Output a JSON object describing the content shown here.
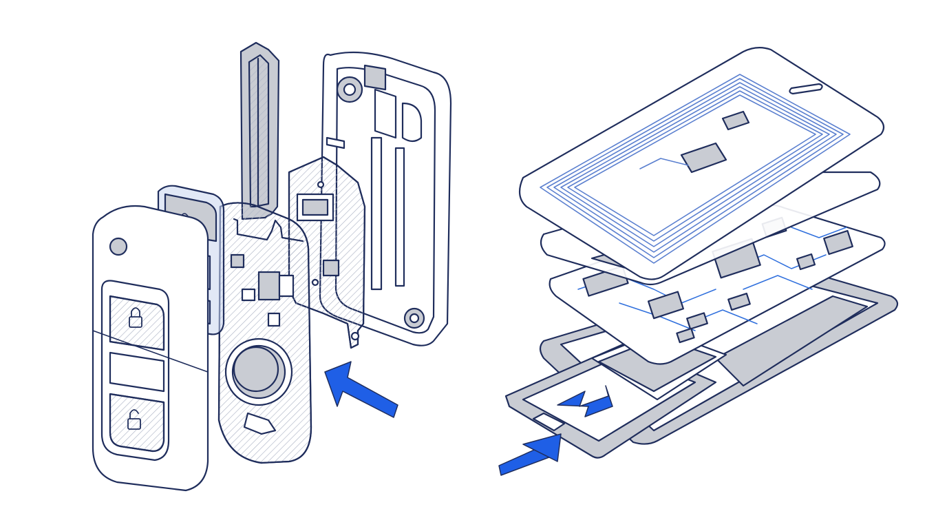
{
  "colors": {
    "background": "#ffffff",
    "outline": "#1f2d5c",
    "fill_light": "#ffffff",
    "fill_gray": "#c9ccd3",
    "fill_gray_dark": "#a9adb7",
    "hatch": "#9aa3b8",
    "transparent_blue": "#c8d6ee",
    "circuit_blue": "#2f6fdd",
    "arrow_blue": "#1f5fe6"
  },
  "icons": {
    "lock": "lock-icon",
    "unlock": "unlock-icon",
    "arrow": "insertion-arrow-icon"
  },
  "illustrations": [
    {
      "id": "key-fob",
      "description_parts": [
        "front-shell",
        "button-membrane",
        "flip-key-blade",
        "circuit-board",
        "coin-battery",
        "back-shell"
      ]
    },
    {
      "id": "rfid-card",
      "description_parts": [
        "card-face-with-antenna",
        "circuit-layer",
        "base-tray",
        "slide-tray"
      ]
    }
  ]
}
